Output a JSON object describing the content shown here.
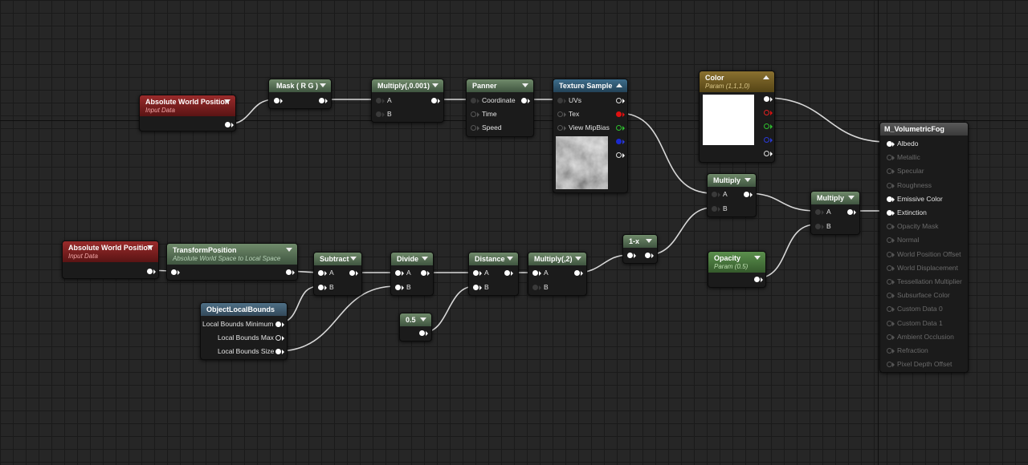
{
  "nodes": {
    "awp_top": {
      "title": "Absolute World Position",
      "subtitle": "Input Data"
    },
    "mask": {
      "title": "Mask ( R G )"
    },
    "mul_001": {
      "title": "Multiply(,0.001)",
      "pins": [
        "A",
        "B"
      ]
    },
    "panner": {
      "title": "Panner",
      "pins": [
        "Coordinate",
        "Time",
        "Speed"
      ]
    },
    "texture": {
      "title": "Texture Sample",
      "pins": [
        "UVs",
        "Tex",
        "View MipBias"
      ]
    },
    "color": {
      "title": "Color",
      "subtitle": "Param (1,1,1,0)"
    },
    "mul_a": {
      "title": "Multiply",
      "pins": [
        "A",
        "B"
      ]
    },
    "mul_b": {
      "title": "Multiply",
      "pins": [
        "A",
        "B"
      ]
    },
    "awp_bottom": {
      "title": "Absolute World Position",
      "subtitle": "Input Data"
    },
    "transform": {
      "title": "TransformPosition",
      "subtitle": "Absolute World Space to Local Space"
    },
    "subtract": {
      "title": "Subtract",
      "pins": [
        "A",
        "B"
      ]
    },
    "divide": {
      "title": "Divide",
      "pins": [
        "A",
        "B"
      ]
    },
    "distance": {
      "title": "Distance",
      "pins": [
        "A",
        "B"
      ]
    },
    "mul_2": {
      "title": "Multiply(,2)",
      "pins": [
        "A",
        "B"
      ]
    },
    "one_minus": {
      "title": "1-x"
    },
    "half": {
      "title": "0.5"
    },
    "opacity": {
      "title": "Opacity",
      "subtitle": "Param (0.5)"
    },
    "bounds": {
      "title": "ObjectLocalBounds",
      "pins": [
        "Local Bounds Minimum",
        "Local Bounds Max",
        "Local Bounds Size"
      ]
    }
  },
  "material": {
    "title": "M_VolumetricFog",
    "inputs": [
      {
        "label": "Albedo",
        "active": true
      },
      {
        "label": "Metallic",
        "active": false
      },
      {
        "label": "Specular",
        "active": false
      },
      {
        "label": "Roughness",
        "active": false
      },
      {
        "label": "Emissive Color",
        "active": true
      },
      {
        "label": "Extinction",
        "active": true
      },
      {
        "label": "Opacity Mask",
        "active": false
      },
      {
        "label": "Normal",
        "active": false
      },
      {
        "label": "World Position Offset",
        "active": false
      },
      {
        "label": "World Displacement",
        "active": false
      },
      {
        "label": "Tessellation Multiplier",
        "active": false
      },
      {
        "label": "Subsurface Color",
        "active": false
      },
      {
        "label": "Custom Data 0",
        "active": false
      },
      {
        "label": "Custom Data 1",
        "active": false
      },
      {
        "label": "Ambient Occlusion",
        "active": false
      },
      {
        "label": "Refraction",
        "active": false
      },
      {
        "label": "Pixel Depth Offset",
        "active": false
      }
    ]
  },
  "colors": {
    "background": "#262626",
    "wire": "#d8d8d8",
    "color_param_value": "#ffffff"
  }
}
